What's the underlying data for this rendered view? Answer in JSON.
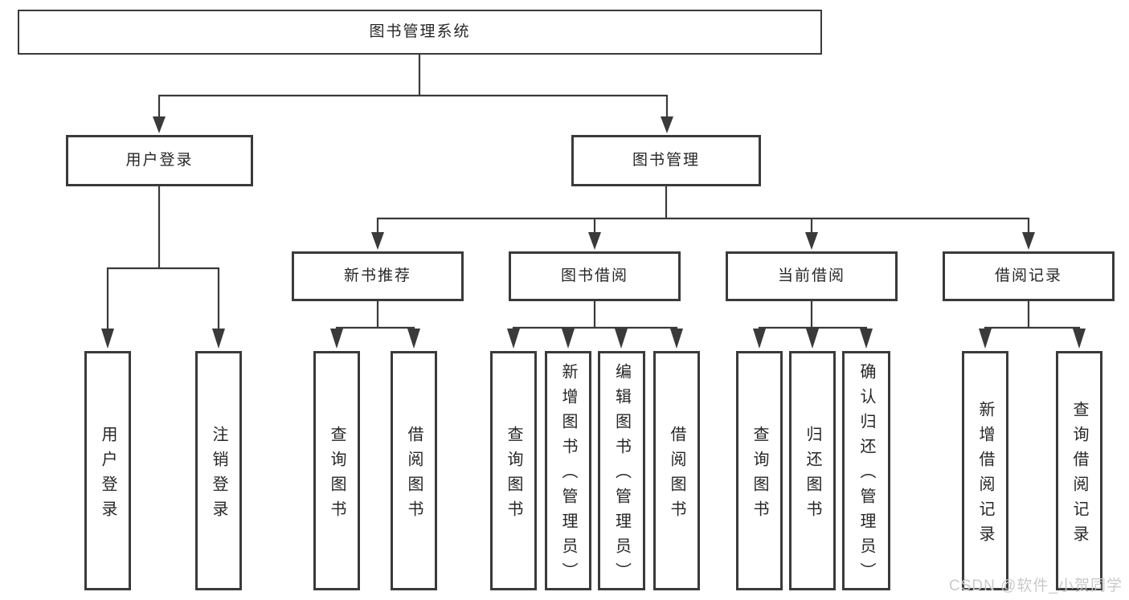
{
  "diagram": {
    "root": {
      "label": "图书管理系统"
    },
    "branches": [
      {
        "label": "用户登录",
        "leaves": [
          "用户登录",
          "注销登录"
        ]
      },
      {
        "label": "图书管理",
        "sections": [
          {
            "label": "新书推荐",
            "leaves": [
              "查询图书",
              "借阅图书"
            ]
          },
          {
            "label": "图书借阅",
            "leaves": [
              "查询图书",
              "新增图书（管理员）",
              "编辑图书（管理员）",
              "借阅图书"
            ]
          },
          {
            "label": "当前借阅",
            "leaves": [
              "查询图书",
              "归还图书",
              "确认归还（管理员）"
            ]
          },
          {
            "label": "借阅记录",
            "leaves": [
              "新增借阅记录",
              "查询借阅记录"
            ]
          }
        ]
      }
    ]
  },
  "watermark": "CSDN @软件_小贺同学",
  "colors": {
    "line": "#3a3a3a",
    "text": "#262626",
    "watermark": "#c9c9c9",
    "background": "#ffffff"
  }
}
